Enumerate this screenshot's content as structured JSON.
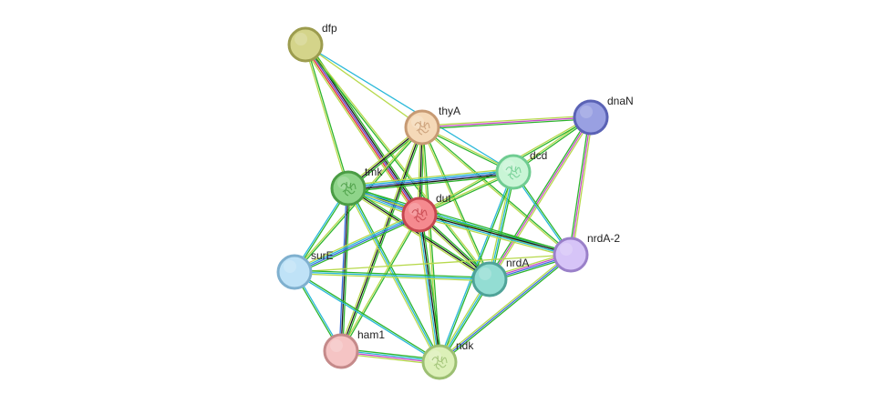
{
  "nodes": [
    {
      "id": "dfp",
      "label": "dfp",
      "fill": "#d4d48a",
      "stroke": "#9c9c4e",
      "icon": "none"
    },
    {
      "id": "thyA",
      "label": "thyA",
      "fill": "#f5d9b8",
      "stroke": "#c79a73",
      "icon": "protein-structure-icon"
    },
    {
      "id": "dnaN",
      "label": "dnaN",
      "fill": "#99a0e2",
      "stroke": "#5a62b5",
      "icon": "none"
    },
    {
      "id": "dcd",
      "label": "dcd",
      "fill": "#c9f5d6",
      "stroke": "#6fcc91",
      "icon": "protein-structure-icon"
    },
    {
      "id": "tmk",
      "label": "tmk",
      "fill": "#8fd48a",
      "stroke": "#4a9c44",
      "icon": "protein-structure-icon"
    },
    {
      "id": "dut",
      "label": "dut",
      "fill": "#f58a8f",
      "stroke": "#c5474f",
      "icon": "protein-structure-icon"
    },
    {
      "id": "nrdA-2",
      "label": "nrdA-2",
      "fill": "#d6c4f7",
      "stroke": "#9a80c9",
      "icon": "none"
    },
    {
      "id": "surE",
      "label": "surE",
      "fill": "#bfe2f7",
      "stroke": "#7fb0cf",
      "icon": "none"
    },
    {
      "id": "nrdA",
      "label": "nrdA",
      "fill": "#93ddd3",
      "stroke": "#4fa398",
      "icon": "none"
    },
    {
      "id": "ham1",
      "label": "ham1",
      "fill": "#f5c4c4",
      "stroke": "#c58a8a",
      "icon": "none"
    },
    {
      "id": "ndk",
      "label": "ndk",
      "fill": "#dcf0b8",
      "stroke": "#9cbf72",
      "icon": "protein-structure-icon"
    }
  ],
  "edges": [
    {
      "source": "dfp",
      "target": "dut",
      "colors": [
        "#2db52d",
        "#1a1a1a",
        "#6a37c8",
        "#e03030",
        "#b7d94c"
      ]
    },
    {
      "source": "dfp",
      "target": "tmk",
      "colors": [
        "#2db52d",
        "#b7d94c"
      ]
    },
    {
      "source": "dfp",
      "target": "thyA",
      "colors": [
        "#b7d94c"
      ]
    },
    {
      "source": "dfp",
      "target": "nrdA",
      "colors": [
        "#b7d94c",
        "#2db52d"
      ]
    },
    {
      "source": "dfp",
      "target": "dcd",
      "colors": [
        "#29b8d9"
      ]
    },
    {
      "source": "thyA",
      "target": "dnaN",
      "colors": [
        "#b7d94c",
        "#c84cc8",
        "#2db52d"
      ]
    },
    {
      "source": "thyA",
      "target": "dcd",
      "colors": [
        "#b7d94c",
        "#2db52d"
      ]
    },
    {
      "source": "thyA",
      "target": "tmk",
      "colors": [
        "#2db52d",
        "#1a1a1a",
        "#b7d94c"
      ]
    },
    {
      "source": "thyA",
      "target": "dut",
      "colors": [
        "#2db52d",
        "#1a1a1a",
        "#b7d94c"
      ]
    },
    {
      "source": "thyA",
      "target": "nrdA-2",
      "colors": [
        "#2db52d",
        "#b7d94c"
      ]
    },
    {
      "source": "thyA",
      "target": "nrdA",
      "colors": [
        "#2db52d",
        "#b7d94c"
      ]
    },
    {
      "source": "thyA",
      "target": "ham1",
      "colors": [
        "#2db52d",
        "#1a1a1a",
        "#b7d94c"
      ]
    },
    {
      "source": "thyA",
      "target": "ndk",
      "colors": [
        "#2db52d",
        "#b7d94c"
      ]
    },
    {
      "source": "thyA",
      "target": "surE",
      "colors": [
        "#2db52d",
        "#b7d94c"
      ]
    },
    {
      "source": "dnaN",
      "target": "dcd",
      "colors": [
        "#2db52d",
        "#b7d94c"
      ]
    },
    {
      "source": "dnaN",
      "target": "dut",
      "colors": [
        "#2db52d",
        "#b7d94c"
      ]
    },
    {
      "source": "dnaN",
      "target": "nrdA-2",
      "colors": [
        "#b7d94c",
        "#c84cc8",
        "#2db52d"
      ]
    },
    {
      "source": "dnaN",
      "target": "nrdA",
      "colors": [
        "#b7d94c",
        "#c84cc8",
        "#2db52d"
      ]
    },
    {
      "source": "dcd",
      "target": "tmk",
      "colors": [
        "#2db52d",
        "#1a1a1a",
        "#3a6de0",
        "#29b8d9",
        "#b7d94c"
      ]
    },
    {
      "source": "dcd",
      "target": "dut",
      "colors": [
        "#2db52d",
        "#b7d94c"
      ]
    },
    {
      "source": "dcd",
      "target": "nrdA-2",
      "colors": [
        "#2db52d",
        "#29b8d9"
      ]
    },
    {
      "source": "dcd",
      "target": "nrdA",
      "colors": [
        "#2db52d",
        "#29b8d9",
        "#b7d94c"
      ]
    },
    {
      "source": "dcd",
      "target": "ndk",
      "colors": [
        "#2db52d",
        "#29b8d9"
      ]
    },
    {
      "source": "tmk",
      "target": "dut",
      "colors": [
        "#2db52d",
        "#1a1a1a",
        "#3a6de0",
        "#29b8d9",
        "#b7d94c"
      ]
    },
    {
      "source": "tmk",
      "target": "nrdA-2",
      "colors": [
        "#2db52d",
        "#29b8d9",
        "#b7d94c"
      ]
    },
    {
      "source": "tmk",
      "target": "nrdA",
      "colors": [
        "#2db52d",
        "#1a1a1a",
        "#b7d94c"
      ]
    },
    {
      "source": "tmk",
      "target": "surE",
      "colors": [
        "#2db52d",
        "#29b8d9"
      ]
    },
    {
      "source": "tmk",
      "target": "ham1",
      "colors": [
        "#2db52d",
        "#1a1a1a",
        "#3a6de0"
      ]
    },
    {
      "source": "tmk",
      "target": "ndk",
      "colors": [
        "#2db52d",
        "#29b8d9",
        "#b7d94c"
      ]
    },
    {
      "source": "dut",
      "target": "nrdA-2",
      "colors": [
        "#2db52d",
        "#1a1a1a",
        "#29b8d9",
        "#b7d94c"
      ]
    },
    {
      "source": "dut",
      "target": "nrdA",
      "colors": [
        "#2db52d",
        "#1a1a1a",
        "#b7d94c"
      ]
    },
    {
      "source": "dut",
      "target": "surE",
      "colors": [
        "#2db52d",
        "#3a6de0",
        "#29b8d9",
        "#b7d94c"
      ]
    },
    {
      "source": "dut",
      "target": "ham1",
      "colors": [
        "#2db52d",
        "#b7d94c"
      ]
    },
    {
      "source": "dut",
      "target": "ndk",
      "colors": [
        "#2db52d",
        "#1a1a1a",
        "#29b8d9",
        "#b7d94c"
      ]
    },
    {
      "source": "nrdA-2",
      "target": "nrdA",
      "colors": [
        "#2db52d",
        "#3a6de0",
        "#c84cc8",
        "#b7d94c"
      ]
    },
    {
      "source": "nrdA-2",
      "target": "ndk",
      "colors": [
        "#2db52d",
        "#3a6de0",
        "#b7d94c"
      ]
    },
    {
      "source": "nrdA-2",
      "target": "surE",
      "colors": [
        "#b7d94c"
      ]
    },
    {
      "source": "surE",
      "target": "nrdA",
      "colors": [
        "#2db52d",
        "#29b8d9",
        "#b7d94c"
      ]
    },
    {
      "source": "surE",
      "target": "ndk",
      "colors": [
        "#2db52d",
        "#29b8d9"
      ]
    },
    {
      "source": "surE",
      "target": "ham1",
      "colors": [
        "#29b8d9",
        "#2db52d"
      ]
    },
    {
      "source": "nrdA",
      "target": "ndk",
      "colors": [
        "#2db52d",
        "#29b8d9",
        "#b7d94c"
      ]
    },
    {
      "source": "ham1",
      "target": "ndk",
      "colors": [
        "#2db52d",
        "#29b8d9",
        "#c84cc8",
        "#b7d94c"
      ]
    }
  ]
}
